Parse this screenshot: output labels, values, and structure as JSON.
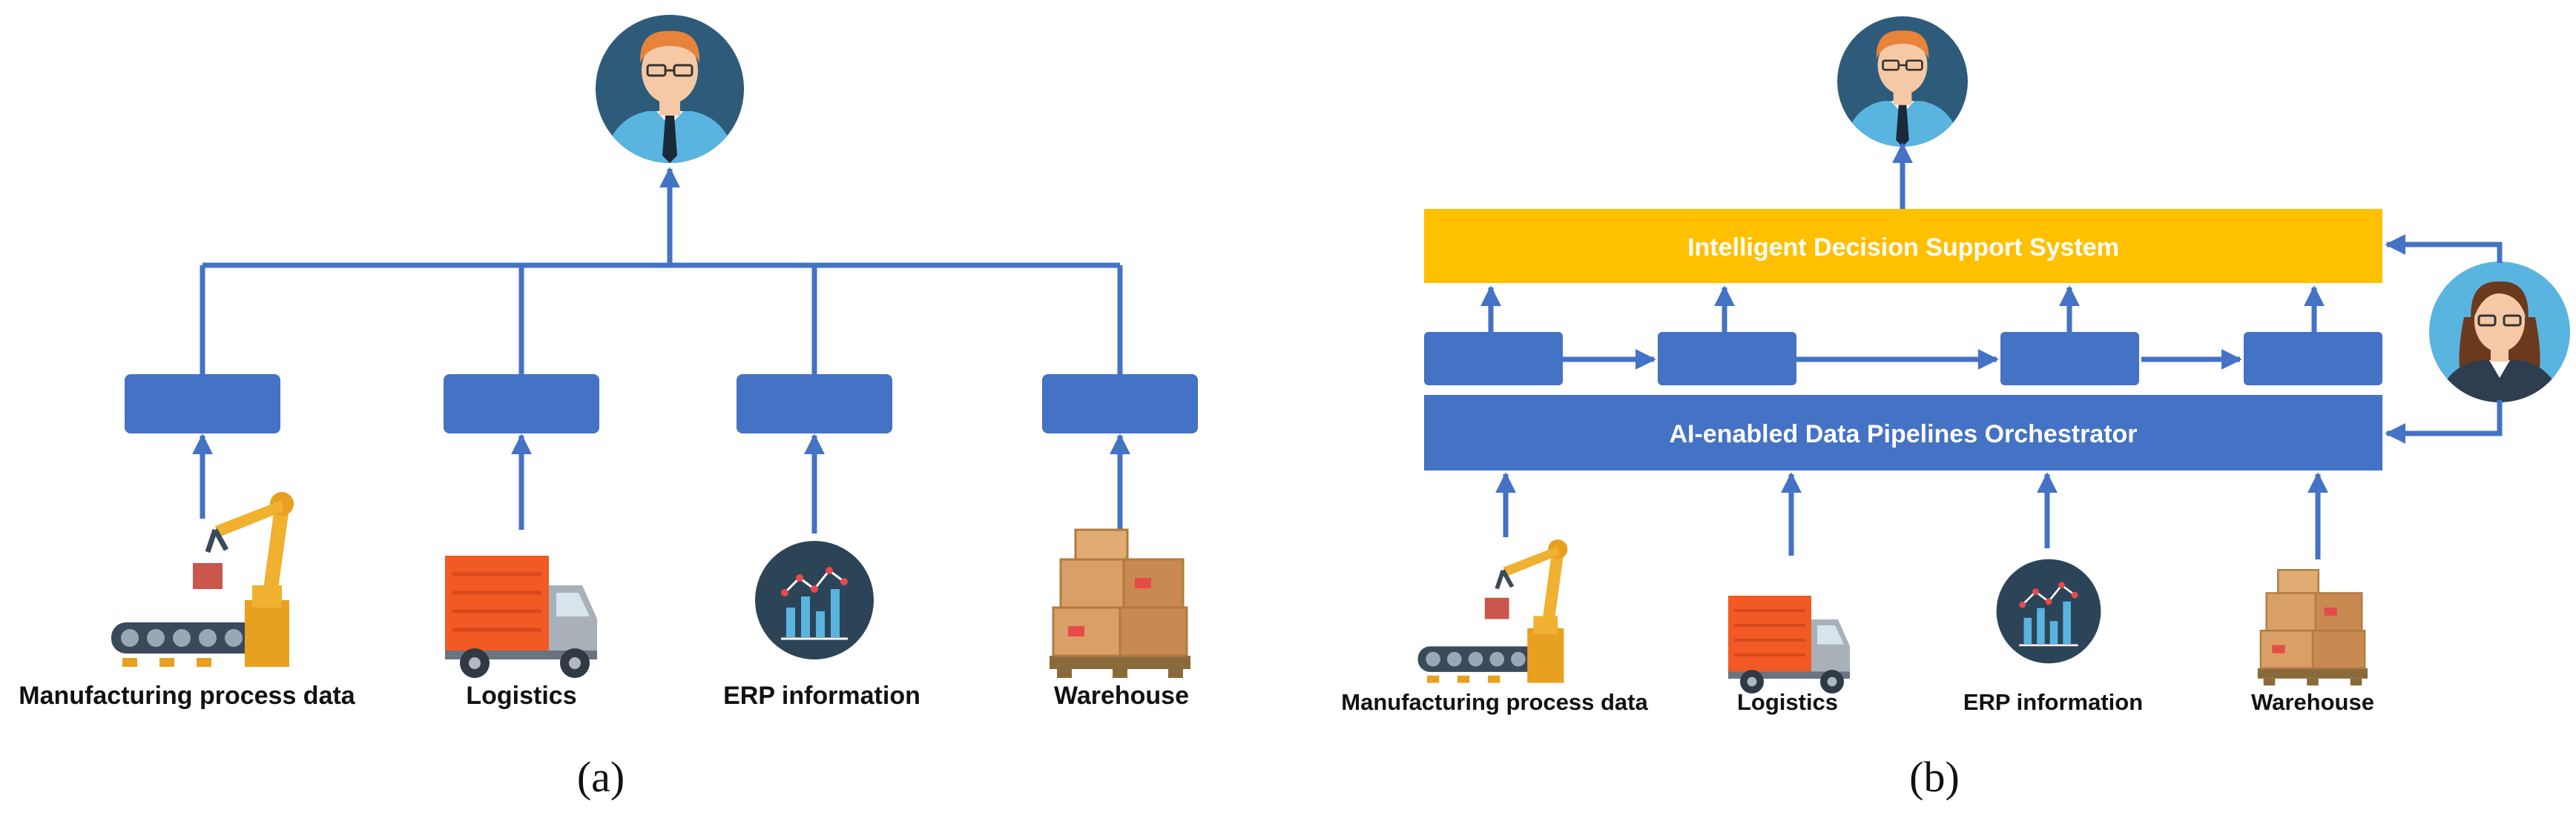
{
  "panel_a": {
    "caption": "(a)",
    "sources": [
      {
        "label": "Manufacturing process data",
        "icon": "robot-arm-conveyor-icon"
      },
      {
        "label": "Logistics",
        "icon": "delivery-truck-icon"
      },
      {
        "label": "ERP information",
        "icon": "analytics-chart-icon"
      },
      {
        "label": "Warehouse",
        "icon": "stacked-boxes-pallet-icon"
      }
    ],
    "user_icon": "businessman-avatar-icon"
  },
  "panel_b": {
    "caption": "(b)",
    "decision_system": "Intelligent Decision Support System",
    "orchestrator": "AI-enabled Data Pipelines Orchestrator",
    "sources": [
      {
        "label": "Manufacturing process data",
        "icon": "robot-arm-conveyor-icon"
      },
      {
        "label": "Logistics",
        "icon": "delivery-truck-icon"
      },
      {
        "label": "ERP information",
        "icon": "analytics-chart-icon"
      },
      {
        "label": "Warehouse",
        "icon": "stacked-boxes-pallet-icon"
      }
    ],
    "user_icon": "businessman-avatar-icon",
    "operator_icon": "businesswoman-avatar-icon"
  },
  "colors": {
    "box_blue": "#4472C4",
    "arrow_blue": "#4472C4",
    "decision_yellow": "#FFC000",
    "avatar_dark": "#2E5B7A",
    "avatar_light": "#5AB4E0"
  }
}
